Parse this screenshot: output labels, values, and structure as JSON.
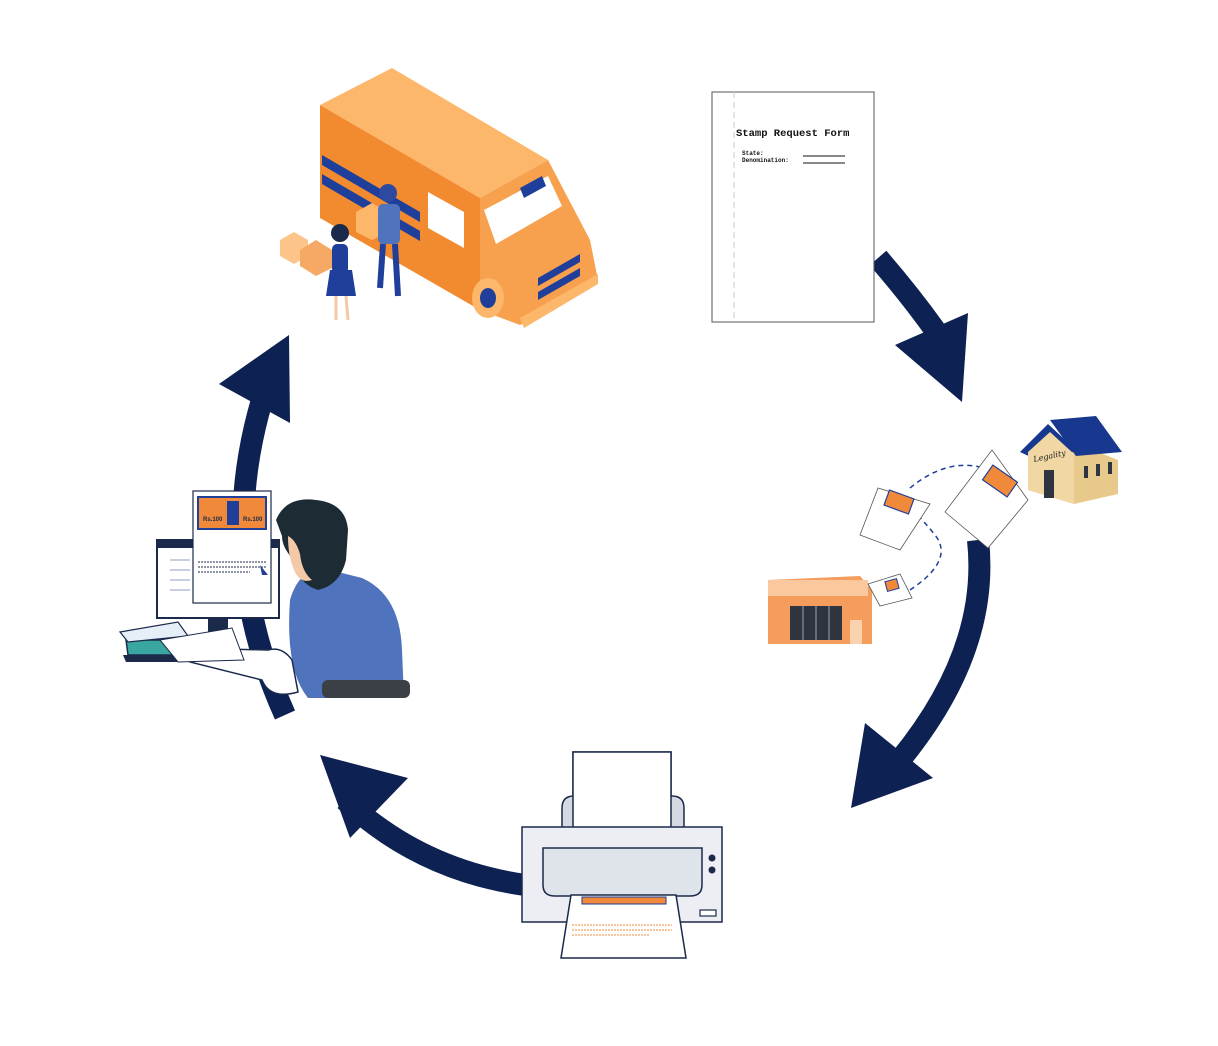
{
  "colors": {
    "arrow": "#0d2152",
    "orange": "#f28a30",
    "orange_light": "#fdb76a",
    "blue": "#1f3f9a",
    "shirt_blue": "#4f74bd",
    "stamp_orange": "#f08a3a",
    "house_roof": "#18378f",
    "house_wall": "#e8c98c"
  },
  "form": {
    "title": "Stamp Request Form",
    "state_label": "State:",
    "denomination_label": "Denomination:"
  },
  "stamps": {
    "value_left": "Rs.100",
    "value_right": "Rs.100"
  },
  "house": {
    "sign": "Legality"
  },
  "icons": [
    "delivery-van-icon",
    "stamp-request-form-icon",
    "vendor-to-office-icon",
    "printer-icon",
    "person-at-computer-icon"
  ]
}
